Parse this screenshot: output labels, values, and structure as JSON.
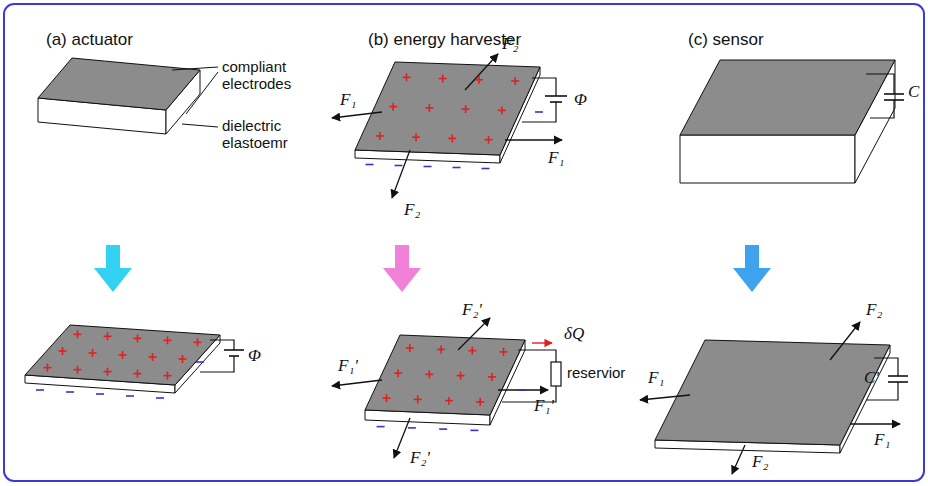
{
  "diagram": {
    "labels": [
      "(a) actuator",
      "(b) energy harvester",
      "(c) sensor",
      "compliant electrodes",
      "dielectric elastoemr",
      "F₂",
      "F₁",
      "Φ",
      "F₁",
      "F₂",
      "C",
      "Φ",
      "F₂'",
      "δQ",
      "F₁'",
      "reservior",
      "F₁'",
      "F₂'",
      "F₂",
      "F₁",
      "C'",
      "F₁",
      "F₂"
    ]
  }
}
